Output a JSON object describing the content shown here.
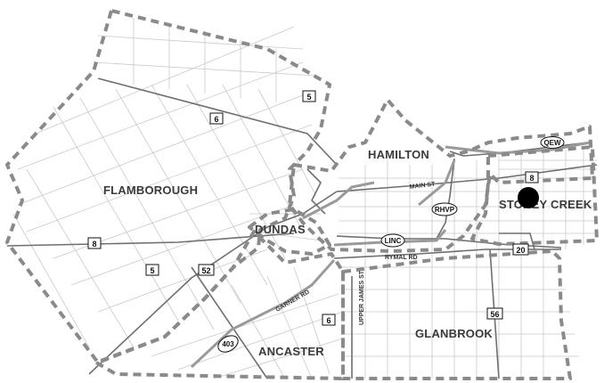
{
  "regions": {
    "flamborough": "FLAMBOROUGH",
    "hamilton": "HAMILTON",
    "dundas": "DUNDAS",
    "stoney_creek": "STONEY CREEK",
    "ancaster": "ANCASTER",
    "glanbrook": "GLANBROOK"
  },
  "streets": {
    "main_st": "MAIN ST",
    "rymal_rd": "RYMAL RD",
    "garner_rd": "GARNER RD",
    "upper_james_st": "UPPER JAMES ST"
  },
  "highway_shields": {
    "hwy5_north": "5",
    "hwy6_north": "6",
    "hwy8_west": "8",
    "hwy5_south": "5",
    "hwy52": "52",
    "hwy6_south": "6",
    "hwy8_east": "8",
    "hwy20": "20",
    "hwy56": "56"
  },
  "expressway_labels": {
    "qew": "QEW",
    "rhvp": "RHVP",
    "linc": "LINC",
    "hwy403": "403"
  },
  "marker": {
    "color": "#000000"
  }
}
